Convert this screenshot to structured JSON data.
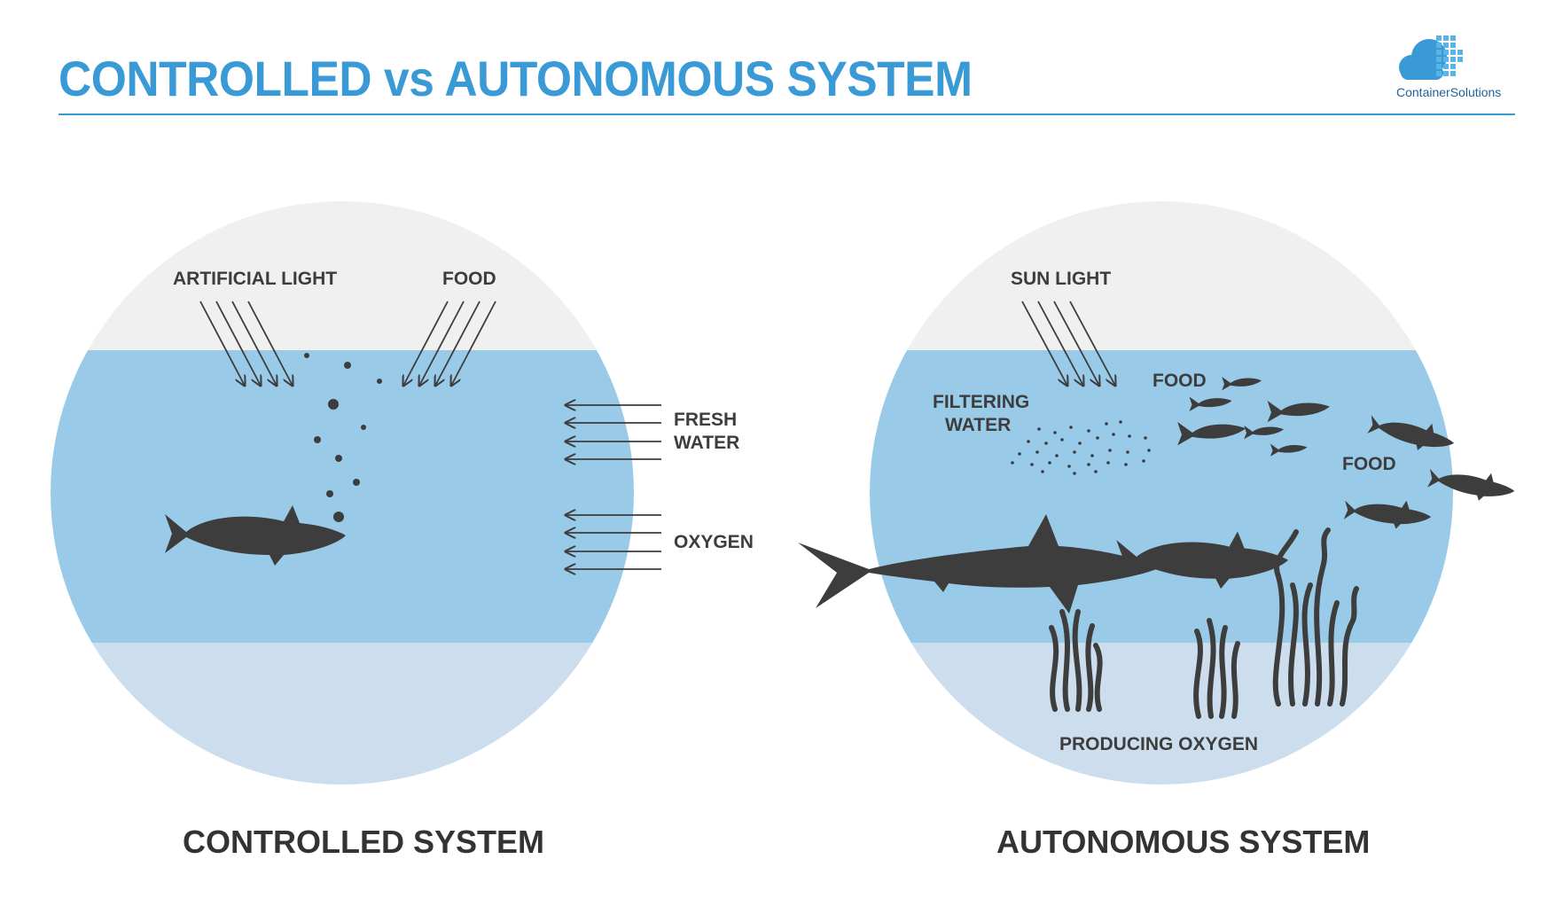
{
  "header": {
    "title": "CONTROLLED vs AUTONOMOUS SYSTEM",
    "logo_text": "ContainerSolutions"
  },
  "controlled": {
    "caption": "CONTROLLED SYSTEM",
    "labels": {
      "artificial_light": "ARTIFICIAL LIGHT",
      "food": "FOOD",
      "fresh": "FRESH",
      "water": "WATER",
      "oxygen": "OXYGEN"
    }
  },
  "autonomous": {
    "caption": "AUTONOMOUS SYSTEM",
    "labels": {
      "sun_light": "SUN LIGHT",
      "filtering": "FILTERING",
      "water": "WATER",
      "food_top": "FOOD",
      "food_right": "FOOD",
      "producing_oxygen": "PRODUCING OXYGEN"
    }
  },
  "colors": {
    "accent": "#3a9ad6",
    "sky": "#f0f0f0",
    "water": "#99cbe9",
    "seabed": "#ccdeee",
    "silhouette": "#3d3d3d"
  }
}
